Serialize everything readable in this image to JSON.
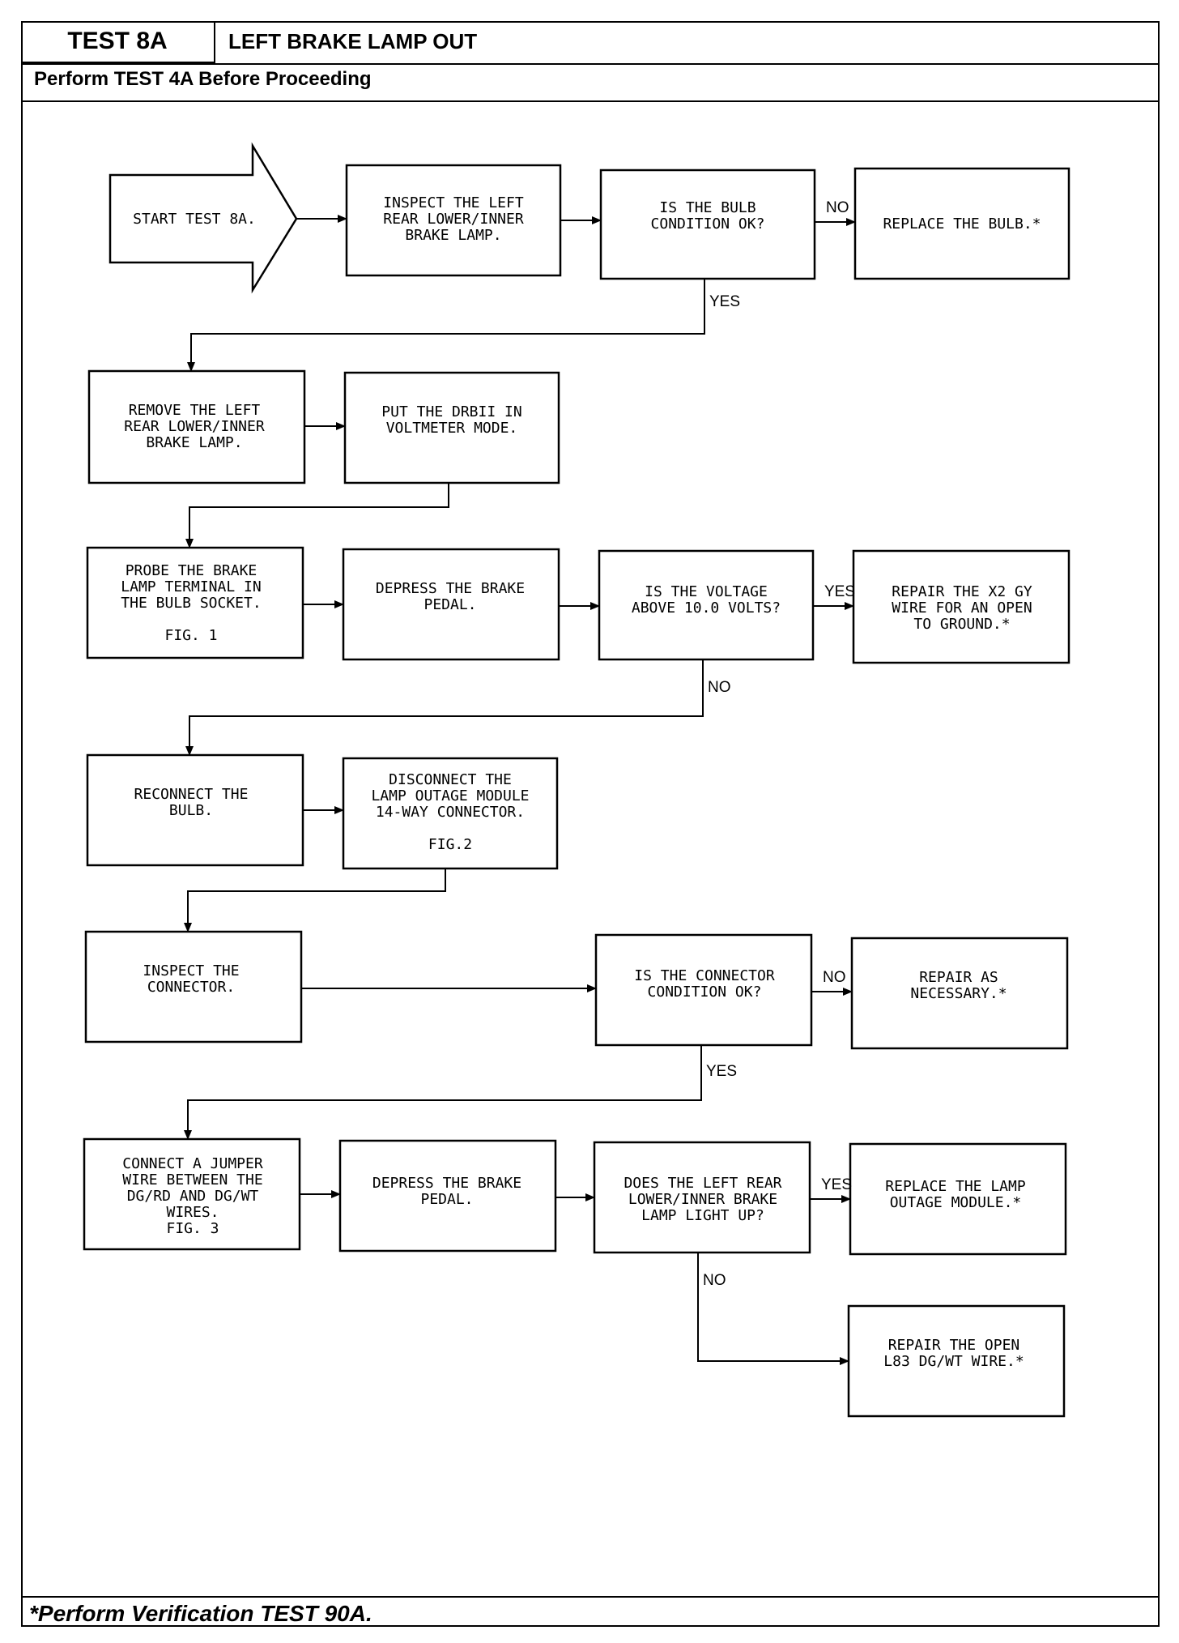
{
  "header": {
    "test_id": "TEST 8A",
    "test_name": "LEFT BRAKE LAMP OUT",
    "prerequisite": "Perform TEST 4A Before Proceeding"
  },
  "footer": {
    "note": "*Perform Verification TEST 90A."
  },
  "nodes": {
    "start": [
      "START TEST 8A."
    ],
    "inspect_lamp": [
      "INSPECT THE LEFT",
      "REAR LOWER/INNER",
      "BRAKE LAMP."
    ],
    "bulb_ok": [
      "IS THE BULB",
      "CONDITION OK?"
    ],
    "replace_bulb": [
      "REPLACE THE BULB.*"
    ],
    "remove_lamp": [
      "REMOVE THE LEFT",
      "REAR LOWER/INNER",
      "BRAKE LAMP."
    ],
    "drbii": [
      "PUT THE DRBII IN",
      "VOLTMETER MODE."
    ],
    "probe": [
      "PROBE THE BRAKE",
      "LAMP TERMINAL IN",
      "THE BULB SOCKET.",
      "",
      "FIG. 1"
    ],
    "depress1": [
      "DEPRESS THE BRAKE",
      "PEDAL."
    ],
    "voltage": [
      "IS THE VOLTAGE",
      "ABOVE 10.0 VOLTS?"
    ],
    "repair_x2": [
      "REPAIR THE X2 GY",
      "WIRE FOR AN OPEN",
      "TO GROUND.*"
    ],
    "reconnect": [
      "RECONNECT THE",
      "BULB."
    ],
    "disconnect": [
      "DISCONNECT THE",
      "LAMP OUTAGE MODULE",
      "14-WAY CONNECTOR.",
      "",
      "FIG.2"
    ],
    "inspect_conn": [
      "INSPECT THE",
      "CONNECTOR."
    ],
    "conn_ok": [
      "IS THE CONNECTOR",
      "CONDITION OK?"
    ],
    "repair_nec": [
      "REPAIR AS",
      "NECESSARY.*"
    ],
    "jumper": [
      "CONNECT A JUMPER",
      "WIRE BETWEEN THE",
      "DG/RD AND DG/WT",
      "WIRES.",
      "FIG. 3"
    ],
    "depress2": [
      "DEPRESS THE BRAKE",
      "PEDAL."
    ],
    "lamp_light": [
      "DOES THE LEFT REAR",
      "LOWER/INNER BRAKE",
      "LAMP LIGHT UP?"
    ],
    "replace_module": [
      "REPLACE THE LAMP",
      "OUTAGE MODULE.*"
    ],
    "repair_l83": [
      "REPAIR THE OPEN",
      "L83 DG/WT WIRE.*"
    ]
  },
  "branch_labels": {
    "bulb_no": "NO",
    "bulb_yes": "YES",
    "voltage_yes": "YES",
    "voltage_no": "NO",
    "conn_no": "NO",
    "conn_yes": "YES",
    "light_yes": "YES",
    "light_no": "NO"
  }
}
